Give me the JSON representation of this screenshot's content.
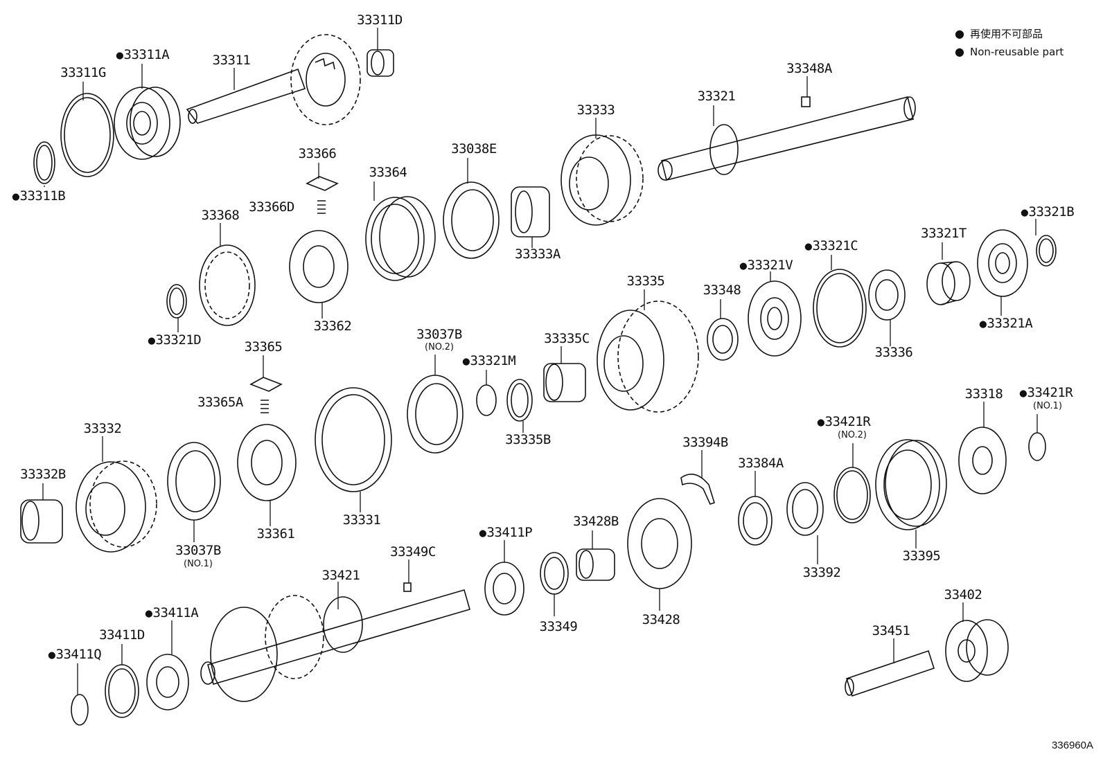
{
  "legend": {
    "jp": "再使用不可部品",
    "en": "Non-reusable part"
  },
  "diagram_code": "336960A",
  "parts": [
    {
      "id": "p0",
      "text": "33311D",
      "nr": false
    },
    {
      "id": "p1",
      "text": "33311A",
      "nr": true
    },
    {
      "id": "p2",
      "text": "33311",
      "nr": false
    },
    {
      "id": "p3",
      "text": "33311G",
      "nr": false
    },
    {
      "id": "p4",
      "text": "33311B",
      "nr": true
    },
    {
      "id": "p5",
      "text": "33348A",
      "nr": false
    },
    {
      "id": "p6",
      "text": "33321",
      "nr": false
    },
    {
      "id": "p7",
      "text": "33333",
      "nr": false
    },
    {
      "id": "p8",
      "text": "33366",
      "nr": false
    },
    {
      "id": "p9",
      "text": "33366D",
      "nr": false
    },
    {
      "id": "p10",
      "text": "33364",
      "nr": false
    },
    {
      "id": "p11",
      "text": "33038E",
      "nr": false
    },
    {
      "id": "p12",
      "text": "33368",
      "nr": false
    },
    {
      "id": "p13",
      "text": "33333A",
      "nr": false
    },
    {
      "id": "p14",
      "text": "33321B",
      "nr": true
    },
    {
      "id": "p15",
      "text": "33321T",
      "nr": false
    },
    {
      "id": "p16",
      "text": "33321C",
      "nr": true
    },
    {
      "id": "p17",
      "text": "33321V",
      "nr": true
    },
    {
      "id": "p18",
      "text": "33335",
      "nr": false
    },
    {
      "id": "p19",
      "text": "33348",
      "nr": false
    },
    {
      "id": "p20",
      "text": "33362",
      "nr": false
    },
    {
      "id": "p21",
      "text": "33321D",
      "nr": true
    },
    {
      "id": "p22",
      "text": "33321A",
      "nr": true
    },
    {
      "id": "p23",
      "text": "33365",
      "nr": false
    },
    {
      "id": "p24",
      "text": "33037B",
      "nr": false
    },
    {
      "id": "p25",
      "text": "33335C",
      "nr": false
    },
    {
      "id": "p26",
      "text": "33321M",
      "nr": true
    },
    {
      "id": "p27",
      "text": "33336",
      "nr": false
    },
    {
      "id": "p28",
      "text": "33365A",
      "nr": false
    },
    {
      "id": "p29",
      "text": "33318",
      "nr": false
    },
    {
      "id": "p30",
      "text": "33421R",
      "nr": true
    },
    {
      "id": "p31",
      "text": "33332",
      "nr": false
    },
    {
      "id": "p32",
      "text": "33335B",
      "nr": false
    },
    {
      "id": "p33",
      "text": "33421R",
      "nr": true
    },
    {
      "id": "p34",
      "text": "33394B",
      "nr": false
    },
    {
      "id": "p35",
      "text": "33332B",
      "nr": false
    },
    {
      "id": "p36",
      "text": "33384A",
      "nr": false
    },
    {
      "id": "p37",
      "text": "33331",
      "nr": false
    },
    {
      "id": "p38",
      "text": "33361",
      "nr": false
    },
    {
      "id": "p39",
      "text": "33037B",
      "nr": false
    },
    {
      "id": "p40",
      "text": "33411P",
      "nr": true
    },
    {
      "id": "p41",
      "text": "33428B",
      "nr": false
    },
    {
      "id": "p42",
      "text": "33349C",
      "nr": false
    },
    {
      "id": "p43",
      "text": "33392",
      "nr": false
    },
    {
      "id": "p44",
      "text": "33395",
      "nr": false
    },
    {
      "id": "p45",
      "text": "33421",
      "nr": false
    },
    {
      "id": "p46",
      "text": "33402",
      "nr": false
    },
    {
      "id": "p47",
      "text": "33411A",
      "nr": true
    },
    {
      "id": "p48",
      "text": "33411D",
      "nr": false
    },
    {
      "id": "p49",
      "text": "33349",
      "nr": false
    },
    {
      "id": "p50",
      "text": "33428",
      "nr": false
    },
    {
      "id": "p51",
      "text": "33451",
      "nr": false
    },
    {
      "id": "p52",
      "text": "33411Q",
      "nr": true
    }
  ],
  "subs": [
    {
      "id": "s0",
      "text": "(NO.2)"
    },
    {
      "id": "s1",
      "text": "(NO.1)"
    },
    {
      "id": "s2",
      "text": "(NO.2)"
    },
    {
      "id": "s3",
      "text": "(NO.1)"
    }
  ]
}
